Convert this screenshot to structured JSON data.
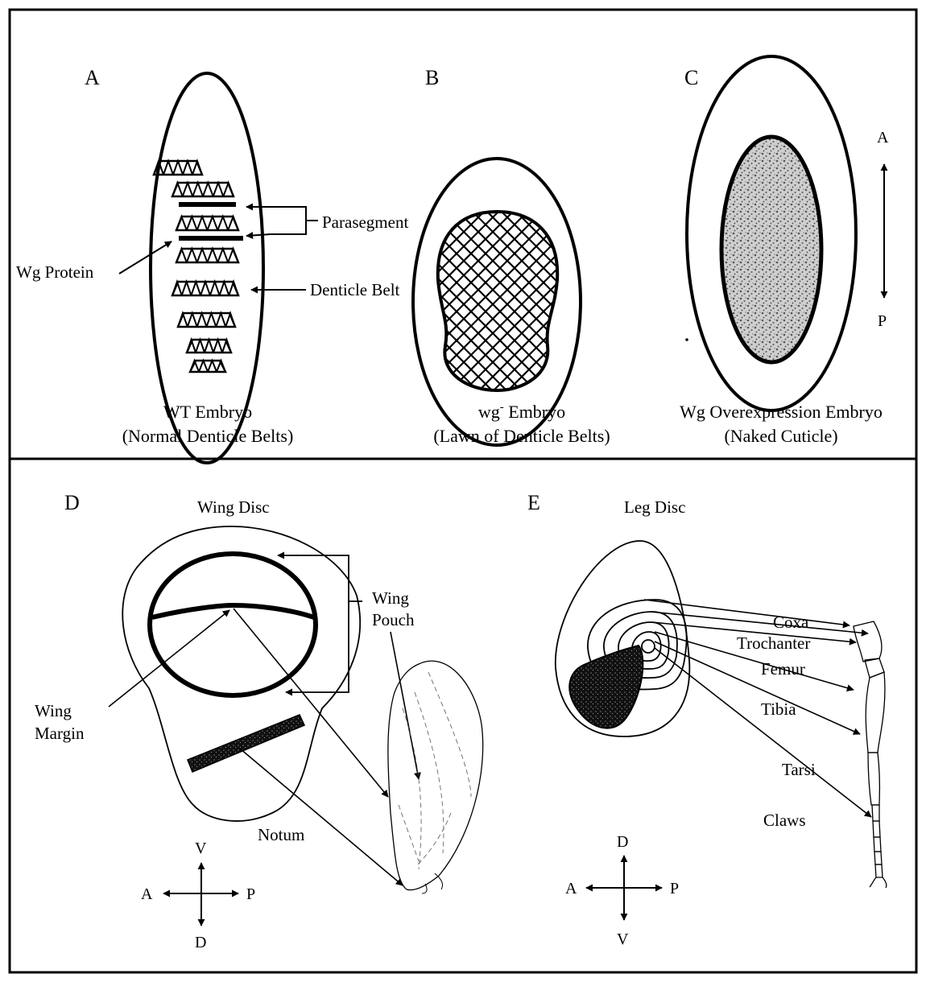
{
  "panels": {
    "A": {
      "letter": "A",
      "parasegment": "Parasegment",
      "wg_protein": "Wg Protein",
      "denticle_belt": "Denticle Belt",
      "caption_line1": "WT Embryo",
      "caption_line2": "(Normal Denticle Belts)"
    },
    "B": {
      "letter": "B",
      "caption_line1_pre": "wg",
      "caption_line1_sup": "-",
      "caption_line1_post": " Embryo",
      "caption_line2": "(Lawn of Denticle Belts)"
    },
    "C": {
      "letter": "C",
      "caption_line1": "Wg Overexpression Embryo",
      "caption_line2": "(Naked Cuticle)",
      "axis_top": "A",
      "axis_bottom": "P"
    },
    "D": {
      "letter": "D",
      "title": "Wing Disc",
      "wing_pouch_line1": "Wing",
      "wing_pouch_line2": "Pouch",
      "wing_margin_line1": "Wing",
      "wing_margin_line2": "Margin",
      "notum": "Notum",
      "compass": {
        "top": "V",
        "bottom": "D",
        "left": "A",
        "right": "P"
      }
    },
    "E": {
      "letter": "E",
      "title": "Leg Disc",
      "segments": [
        "Coxa",
        "Trochanter",
        "Femur",
        "Tibia",
        "Tarsi",
        "Claws"
      ],
      "compass": {
        "top": "D",
        "bottom": "V",
        "left": "A",
        "right": "P"
      }
    }
  },
  "colors": {
    "ink": "#000000",
    "background": "#ffffff"
  }
}
